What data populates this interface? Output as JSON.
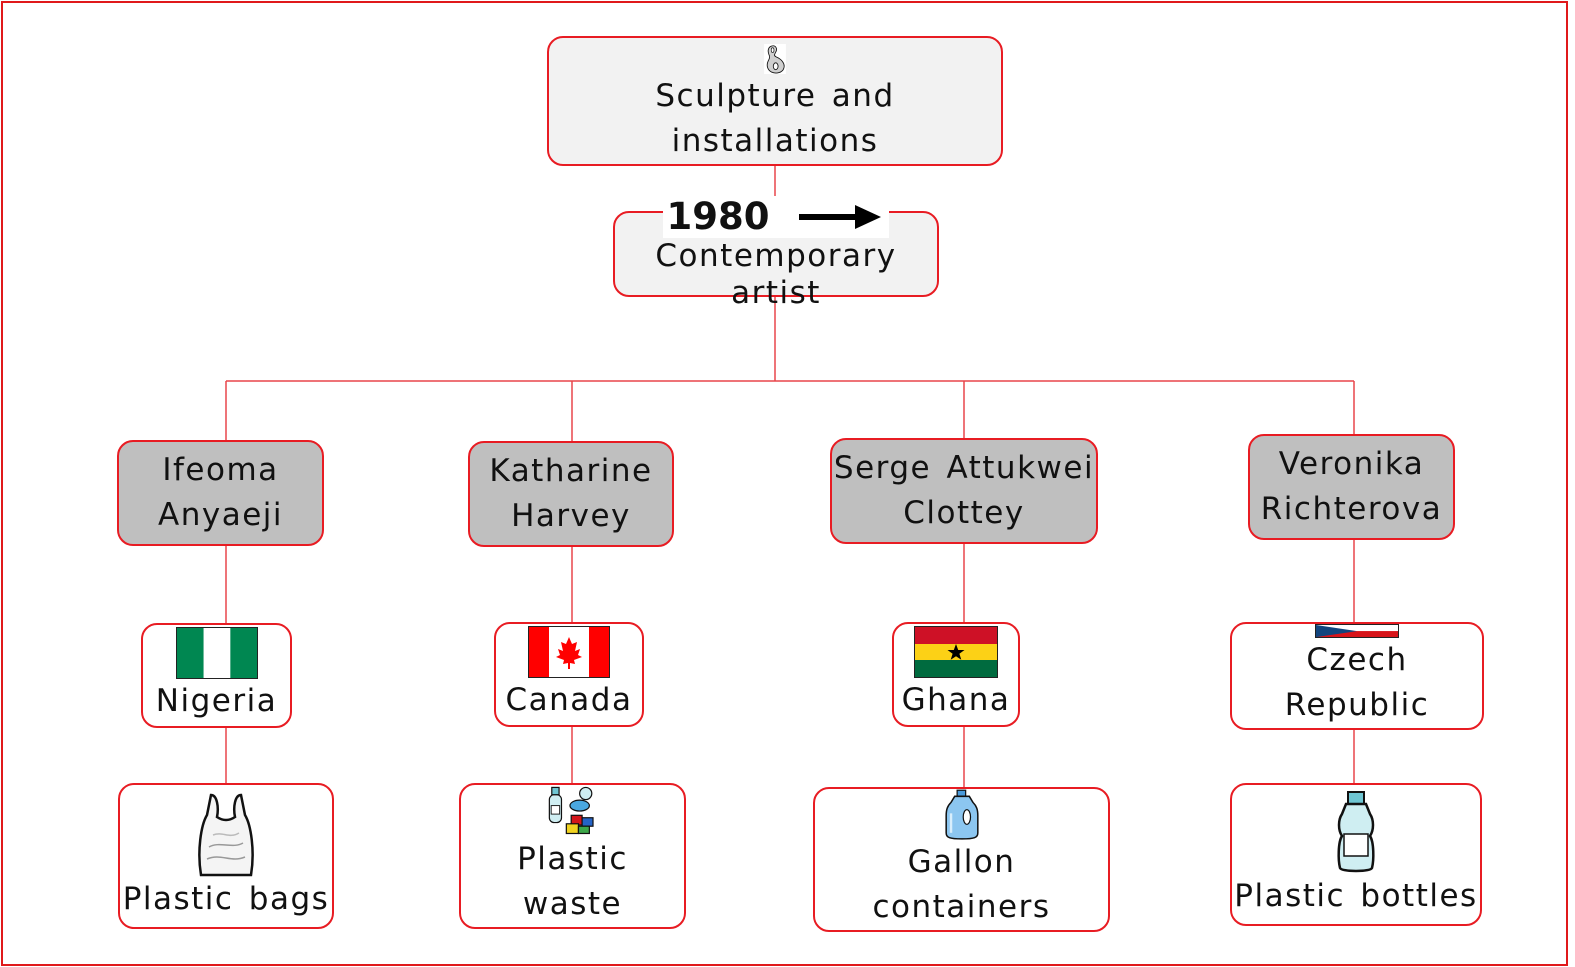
{
  "root": {
    "label": "Sculpture and installations",
    "icon": "sculpture-icon"
  },
  "period": {
    "year": "1980",
    "icon": "arrow-right-icon",
    "label": "Contemporary artist"
  },
  "artists": [
    {
      "name_line1": "Ifeoma",
      "name_line2": "Anyaeji",
      "country": "Nigeria",
      "flag_icon": "nigeria-flag-icon",
      "flag_colors": [
        "#008751",
        "#ffffff",
        "#008751"
      ],
      "material": "Plastic bags",
      "material_icon": "plastic-bag-icon"
    },
    {
      "name_line1": "Katharine",
      "name_line2": "Harvey",
      "country": "Canada",
      "flag_icon": "canada-flag-icon",
      "flag_colors": [
        "#ff0000",
        "#ffffff",
        "#ff0000"
      ],
      "material": "Plastic waste",
      "material_icon": "plastic-waste-icon"
    },
    {
      "name_line1": "Serge Attukwei",
      "name_line2": "Clottey",
      "country": "Ghana",
      "flag_icon": "ghana-flag-icon",
      "flag_colors": [
        "#ce1126",
        "#fcd116",
        "#006b3f"
      ],
      "material": "Gallon containers",
      "material_icon": "gallon-container-icon"
    },
    {
      "name_line1": "Veronika",
      "name_line2": "Richterova",
      "country": "Czech Republic",
      "flag_icon": "czech-flag-icon",
      "flag_colors": [
        "#ffffff",
        "#d7141a",
        "#11457e"
      ],
      "material": "Plastic bottles",
      "material_icon": "plastic-bottle-icon"
    }
  ],
  "colors": {
    "border": "#e81c23",
    "connector": "#e8454a",
    "artist_fill": "#bfbfbf",
    "header_fill": "#f2f2f2"
  }
}
